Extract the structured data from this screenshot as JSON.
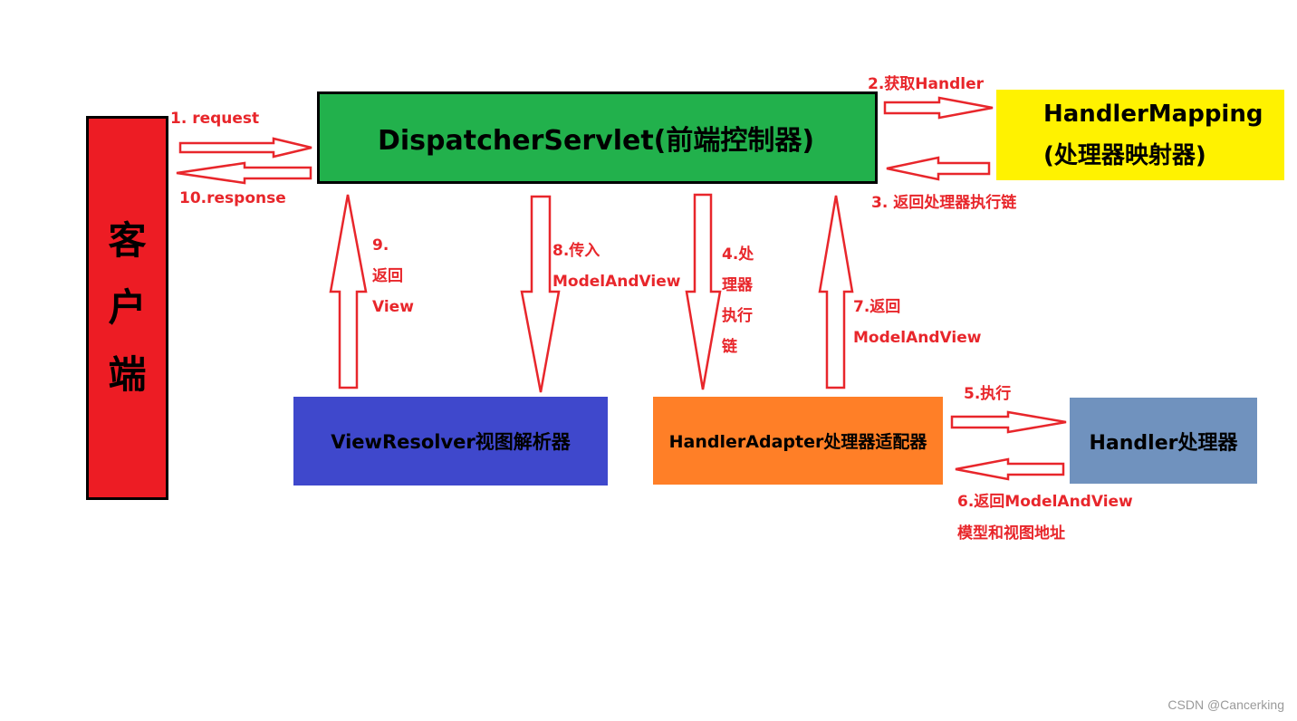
{
  "nodes": {
    "client": {
      "chars": [
        "客",
        "户",
        "端"
      ],
      "color": "#ed1c24"
    },
    "dispatcher": {
      "label": "DispatcherServlet(前端控制器)",
      "color": "#22b14c"
    },
    "mapping": {
      "line1": "HandlerMapping",
      "line2": "(处理器映射器)",
      "color": "#fff200"
    },
    "resolver": {
      "label": "ViewResolver视图解析器",
      "color": "#3f48cc"
    },
    "adapter": {
      "label": "HandlerAdapter处理器适配器",
      "color": "#ff7f27"
    },
    "handler": {
      "label": "Handler处理器",
      "color": "#7092be"
    }
  },
  "labels": {
    "step1": "1. request",
    "step10": "10.response",
    "step2": "2.获取Handler",
    "step3": "3. 返回处理器执行链",
    "step9": [
      "9.",
      "返回",
      "View"
    ],
    "step8": [
      "8.传入",
      "ModelAndView"
    ],
    "step4": [
      "4.处",
      "理器",
      "执行",
      "链"
    ],
    "step7": [
      "7.返回",
      "ModelAndView"
    ],
    "step5": "5.执行",
    "step6": [
      "6.返回ModelAndView",
      "模型和视图地址"
    ]
  },
  "colors": {
    "arrow": "#e8262b",
    "label": "#e8262b"
  },
  "watermark": "CSDN @Cancerking"
}
